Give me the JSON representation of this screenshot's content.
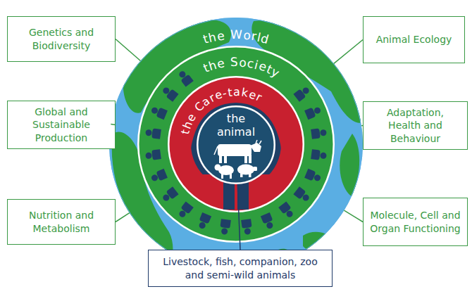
{
  "diagram": {
    "nodes": [
      {
        "text": [
          "the World"
        ]
      },
      {
        "text": [
          "the Society"
        ],
        "in": 0
      },
      {
        "text": [
          "the Care-taker"
        ],
        "in": 1
      },
      {
        "text": [
          "the animal"
        ],
        "in": 2
      },
      {
        "text": [
          "Genetics and Biodiversity"
        ]
      },
      {
        "text": [
          "Animal Ecology"
        ]
      },
      {
        "text": [
          "Global and Sustainable Production"
        ]
      },
      {
        "text": [
          "Adaptation, Health and Behaviour"
        ]
      },
      {
        "text": [
          "Nutrition and Metabolism"
        ]
      },
      {
        "text": [
          "Molecule, Cell and Organ Functioning"
        ]
      },
      {
        "text": [
          "Livestock, fish, companion, zoo and semi-wild animals"
        ]
      }
    ],
    "edges": [
      {
        "from": 4,
        "to": 0,
        "arrow": "none"
      },
      {
        "from": 5,
        "to": 0,
        "arrow": "none"
      },
      {
        "from": 6,
        "to": 0,
        "arrow": "none"
      },
      {
        "from": 7,
        "to": 0,
        "arrow": "none"
      },
      {
        "from": 8,
        "to": 0,
        "arrow": "none"
      },
      {
        "from": 9,
        "to": 0,
        "arrow": "none"
      },
      {
        "from": 10,
        "to": 3,
        "arrow": "none"
      }
    ]
  }
}
